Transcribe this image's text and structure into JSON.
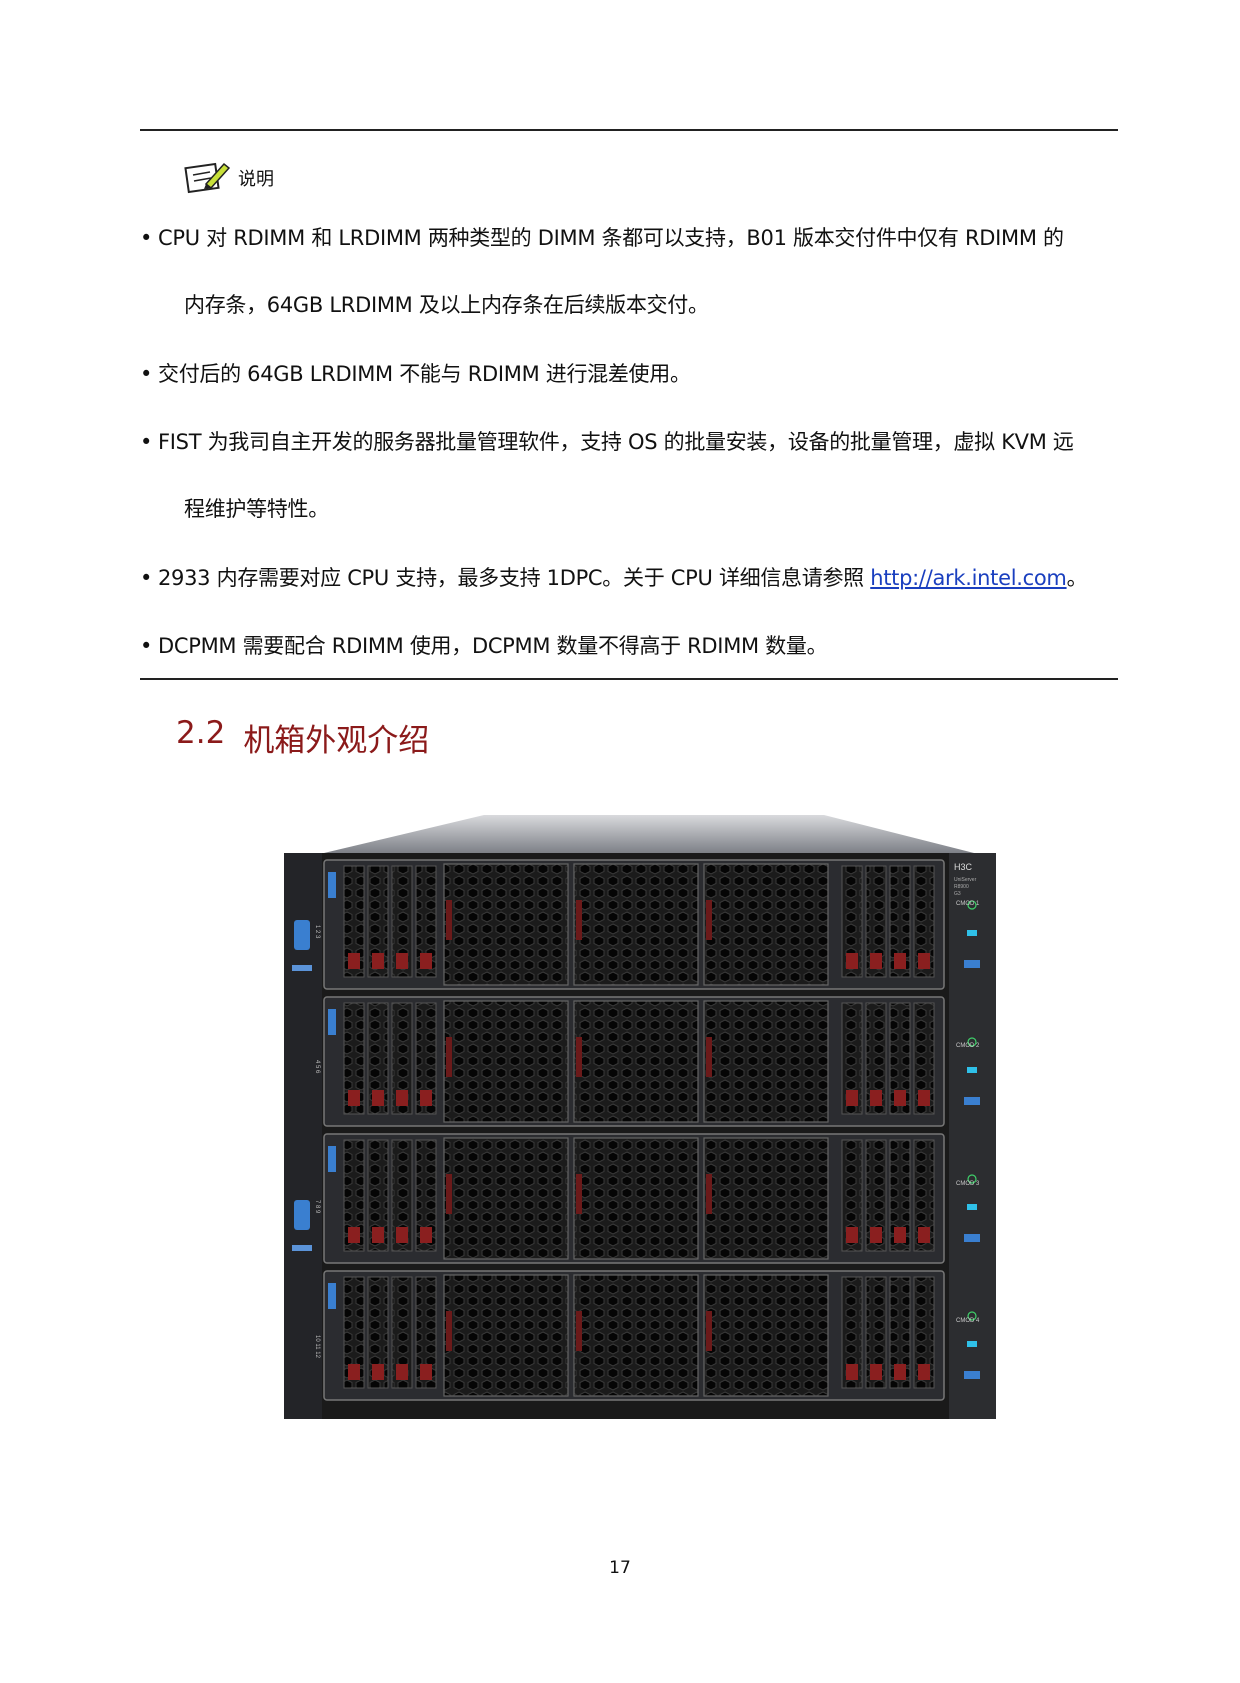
{
  "note": {
    "label": "说明",
    "bullets": [
      {
        "line1": "CPU 对 RDIMM 和 LRDIMM 两种类型的 DIMM 条都可以支持，B01 版本交付件中仅有 RDIMM 的",
        "line2": "内存条，64GB LRDIMM 及以上内存条在后续版本交付。"
      },
      {
        "line1": "交付后的 64GB LRDIMM 不能与 RDIMM 进行混差使用。"
      },
      {
        "line1": "FIST 为我司自主开发的服务器批量管理软件，支持 OS 的批量安装，设备的批量管理，虚拟 KVM 远",
        "line2": "程维护等特性。"
      },
      {
        "pre": "2933 内存需要对应 CPU 支持，最多支持 1DPC。关于 CPU 详细信息请参照 ",
        "link": "http://ark.intel.com",
        "post": "。"
      },
      {
        "line1": "DCPMM 需要配合 RDIMM 使用，DCPMM 数量不得高于 RDIMM 数量。"
      }
    ]
  },
  "section": {
    "number": "2.2",
    "title": "机箱外观介绍"
  },
  "figure": {
    "brand": "H3C",
    "model_lines": [
      "UniServer",
      "R8900",
      "G3"
    ],
    "modules": [
      "CMOD 1",
      "CMOD 2",
      "CMOD 3",
      "CMOD 4"
    ],
    "slot_groups": [
      "1 2 3",
      "4 5 6",
      "7 8 9",
      "10 11 12"
    ]
  },
  "page_number": "17"
}
